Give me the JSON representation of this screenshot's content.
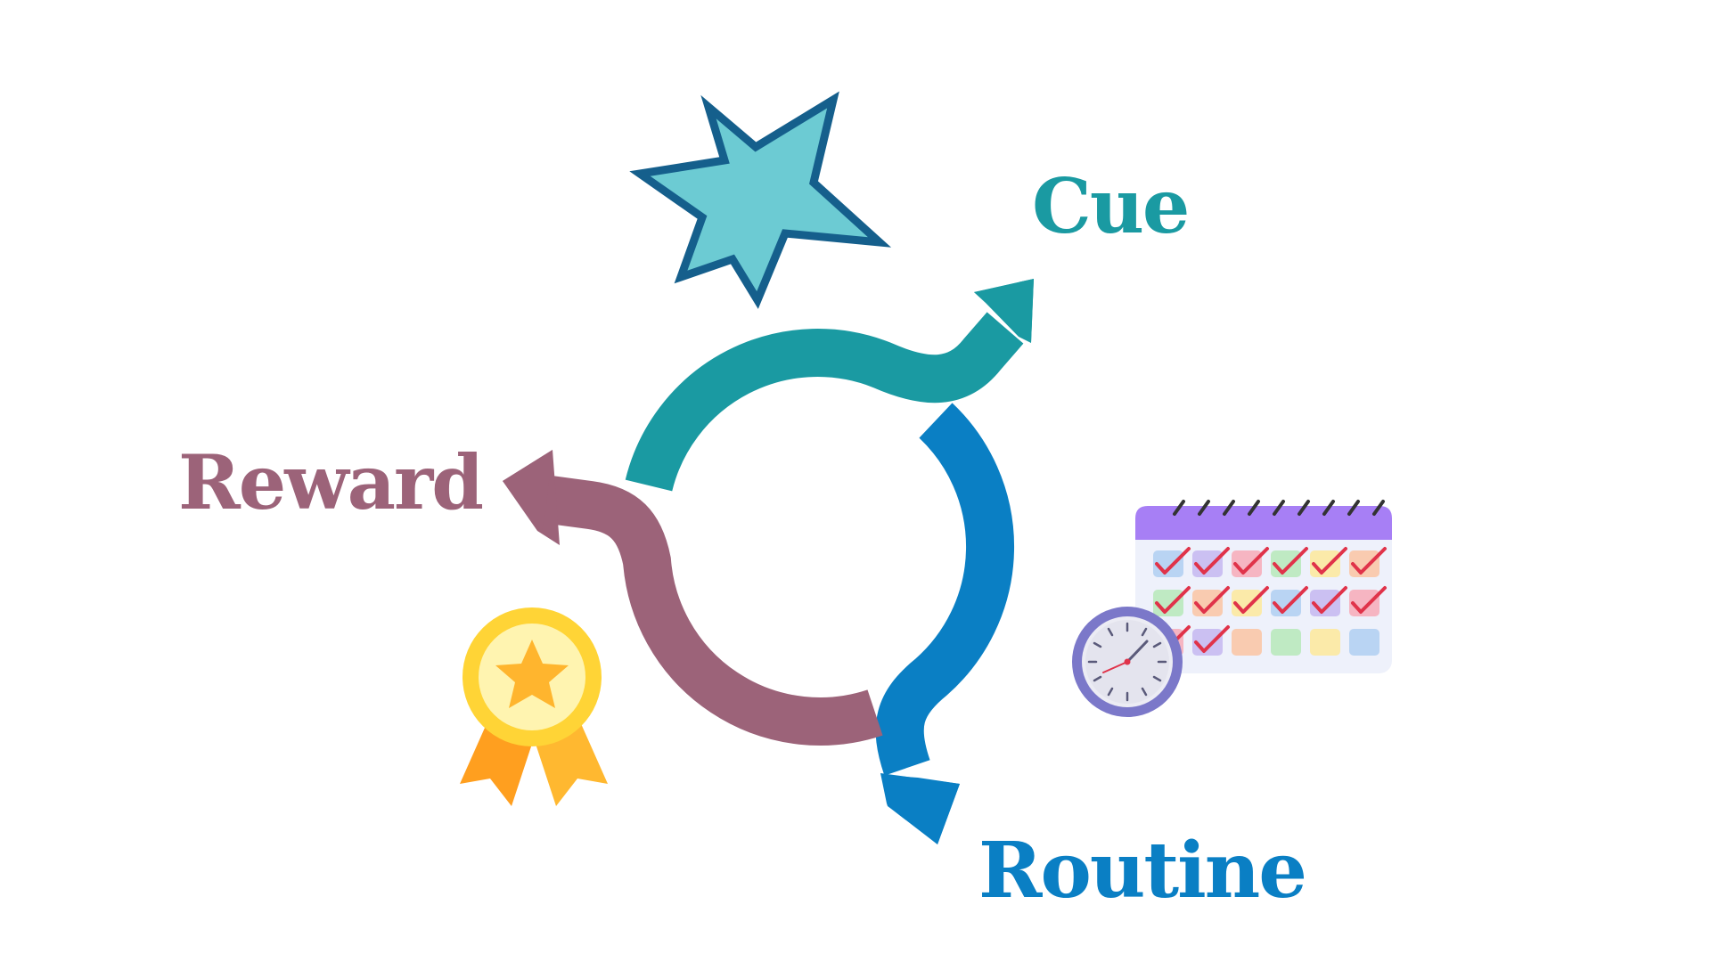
{
  "stages": {
    "cue": {
      "label": "Cue",
      "color": "#1a9aa2"
    },
    "routine": {
      "label": "Routine",
      "color": "#0a7fc4"
    },
    "reward": {
      "label": "Reward",
      "color": "#9c6379"
    }
  },
  "icons": {
    "cue": "star-icon",
    "routine": "calendar-clock-icon",
    "reward": "award-medal-icon"
  },
  "palette": {
    "star_fill": "#6ccbd3",
    "star_outline": "#155f8c",
    "calendar_header": "#a77ff5",
    "calendar_body": "#eef1fb",
    "checkmark": "#e0334a",
    "clock_ring": "#7b78c9",
    "clock_face": "#ececf4",
    "medal_outer": "#ffd436",
    "medal_inner": "#fff4b0",
    "medal_star": "#ffb52e",
    "ribbon": "#ffae27"
  }
}
